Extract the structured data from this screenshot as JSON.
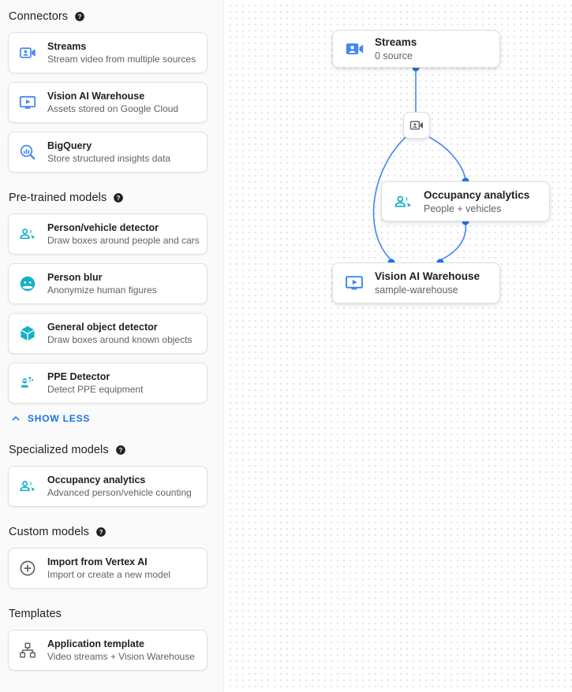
{
  "colors": {
    "accent_blue": "#1a73e8",
    "icon_blue": "#4285f4",
    "icon_teal": "#17b0c7",
    "icon_gray": "#5f6368",
    "title_text": "#202124",
    "subtitle_text": "#5f6368",
    "sidebar_bg": "#fafafa",
    "card_border": "#e0e1e3"
  },
  "icons": {
    "help-icon": "dark filled circle with white ?",
    "video-camera-front-icon": "video camera with person",
    "smart-display-icon": "monitor with play button",
    "bigquery-icon": "magnifier with bar chart",
    "people-icon": "two person silhouettes",
    "face-icon": "filled face circle",
    "cube-icon": "3D box",
    "ppe-icon": "person with hard hat and equipment",
    "add-circle-icon": "plus in circle outline",
    "tree-icon": "org-chart squares",
    "chevron-up-icon": "upward chevron",
    "connection-port": "blue dot"
  },
  "sidebar": {
    "sections": [
      {
        "title": "Connectors",
        "items": [
          {
            "title": "Streams",
            "subtitle": "Stream video from multiple sources"
          },
          {
            "title": "Vision AI Warehouse",
            "subtitle": "Assets stored on Google Cloud"
          },
          {
            "title": "BigQuery",
            "subtitle": "Store structured insights data"
          }
        ]
      },
      {
        "title": "Pre-trained models",
        "items": [
          {
            "title": "Person/vehicle detector",
            "subtitle": "Draw boxes around people and cars"
          },
          {
            "title": "Person blur",
            "subtitle": "Anonymize human figures"
          },
          {
            "title": "General object detector",
            "subtitle": "Draw boxes around known objects"
          },
          {
            "title": "PPE Detector",
            "subtitle": "Detect PPE equipment"
          }
        ],
        "footer_link": "SHOW LESS"
      },
      {
        "title": "Specialized models",
        "items": [
          {
            "title": "Occupancy analytics",
            "subtitle": "Advanced person/vehicle counting"
          }
        ]
      },
      {
        "title": "Custom models",
        "items": [
          {
            "title": "Import from Vertex AI",
            "subtitle": "Import or create a new model"
          }
        ]
      },
      {
        "title": "Templates",
        "items": [
          {
            "title": "Application template",
            "subtitle": "Video streams + Vision Warehouse"
          }
        ]
      }
    ]
  },
  "canvas": {
    "nodes": {
      "streams": {
        "title": "Streams",
        "subtitle": "0 source"
      },
      "occupancy": {
        "title": "Occupancy analytics",
        "subtitle": "People + vehicles"
      },
      "warehouse": {
        "title": "Vision AI Warehouse",
        "subtitle": "sample-warehouse"
      }
    }
  }
}
